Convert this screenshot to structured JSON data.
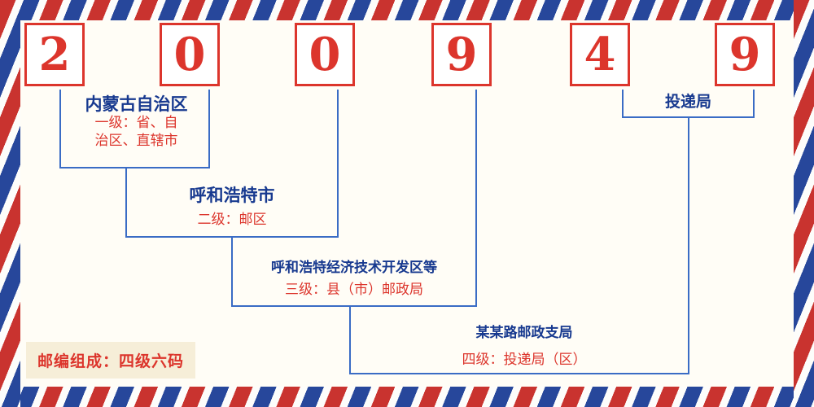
{
  "postal_code": {
    "digits": [
      "2",
      "0",
      "0",
      "9",
      "4",
      "9"
    ]
  },
  "labels": {
    "level1": {
      "title": "内蒙古自治区",
      "desc_line1": "一级：省、自",
      "desc_line2": "治区、直辖市"
    },
    "level2": {
      "title": "呼和浩特市",
      "desc": "二级：邮区"
    },
    "level3": {
      "title": "呼和浩特经济技术开发区等",
      "desc": "三级：县（市）邮政局"
    },
    "level4": {
      "title": "某某路邮政支局",
      "desc": "四级：投递局（区）"
    },
    "delivery": {
      "title": "投递局"
    }
  },
  "footer": {
    "composition_note": "邮编组成：四级六码"
  },
  "colors": {
    "digit_red": "#dc352c",
    "label_blue": "#17398f",
    "connector_blue": "#3a6cc5",
    "stripe_red": "#c9332f",
    "stripe_blue": "#27479b",
    "badge_background": "#f6eed8"
  }
}
